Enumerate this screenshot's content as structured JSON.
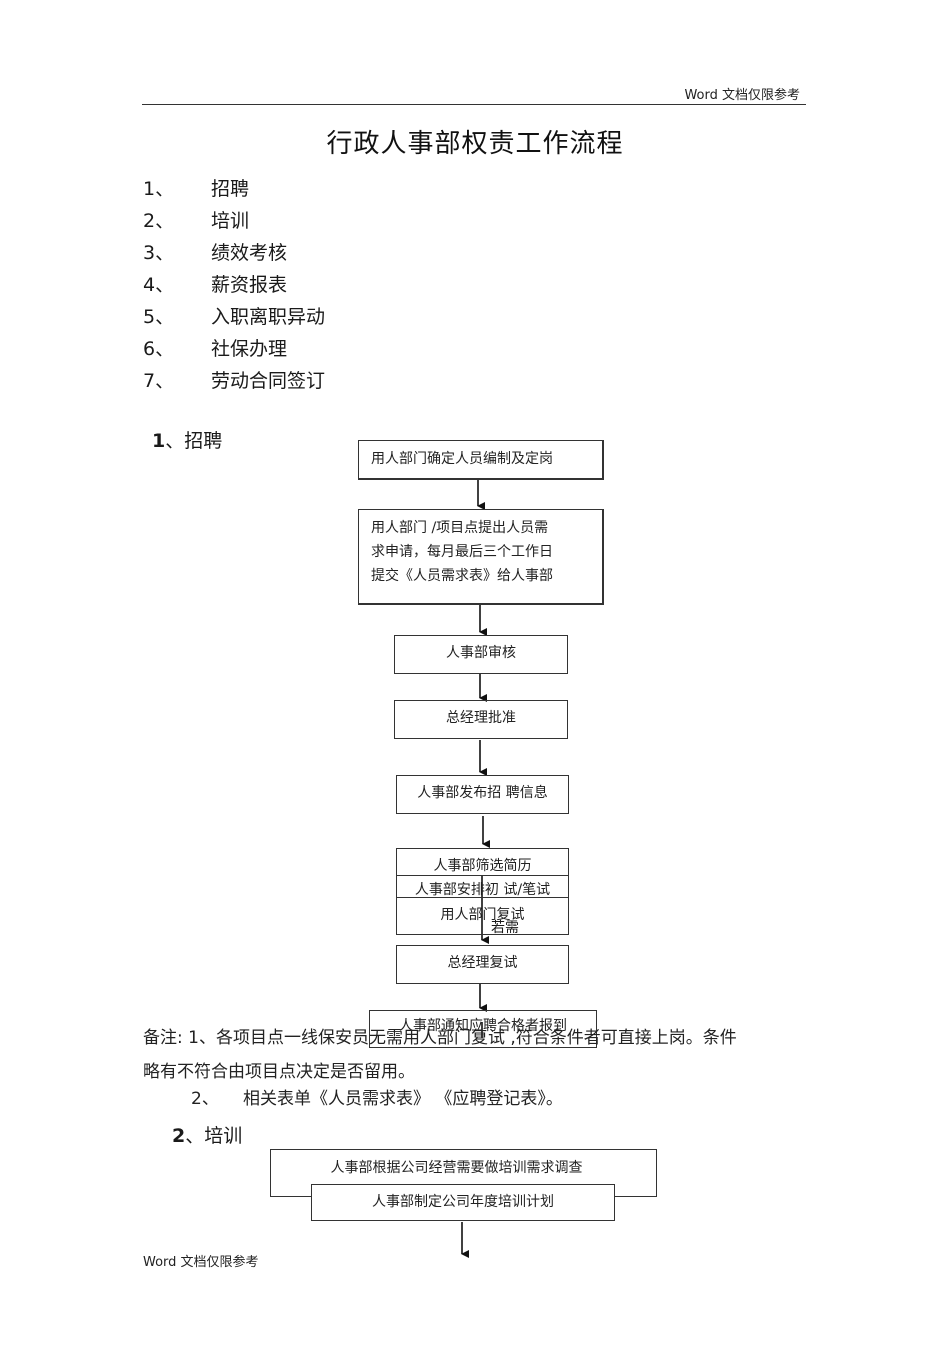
{
  "header": {
    "text": "Word 文档仅限参考"
  },
  "title": "行政人事部权责工作流程",
  "toc": [
    {
      "num": "1、",
      "label": "招聘"
    },
    {
      "num": "2、",
      "label": "培训"
    },
    {
      "num": "3、",
      "label": "绩效考核"
    },
    {
      "num": "4、",
      "label": "薪资报表"
    },
    {
      "num": "5、",
      "label": "入职离职异动"
    },
    {
      "num": "6、",
      "label": "社保办理"
    },
    {
      "num": "7、",
      "label": "劳动合同签订"
    }
  ],
  "recruit": {
    "heading_num": "1",
    "heading_label": "、招聘",
    "steps": {
      "s1": "用人部门确定人员编制及定岗",
      "s2_line1": " 用人部门  /项目点提出人员需",
      "s2_line2": "求申请，每月最后三个工作日",
      "s2_line3": "提交《人员需求表》给人事部",
      "s3": "人事部审核",
      "s4": "总经理批准",
      "s5": "人事部发布招  聘信息",
      "s6": "人事部筛选简历",
      "s7": "人事部安排初  试/笔试",
      "s8": "用人部门复试",
      "s8_note": "若需",
      "s9": "总经理复试",
      "s10": "人事部通知应聘合格者报到"
    }
  },
  "notes": {
    "line1": "备注:  1、各项目点一线保安员无需用人部门复试   ,符合条件者可直接上岗。条件",
    "line2": "略有不符合由项目点决定是否留用。",
    "line3_num": "2、",
    "line3_text": "相关表单《人员需求表》 《应聘登记表》。"
  },
  "training": {
    "heading_num": "2",
    "heading_label": "、培训",
    "steps": {
      "t1": "人事部根据公司经营需要做培训需求调查",
      "t2": "人事部制定公司年度培训计划"
    }
  },
  "footer": {
    "text": "Word 文档仅限参考"
  }
}
